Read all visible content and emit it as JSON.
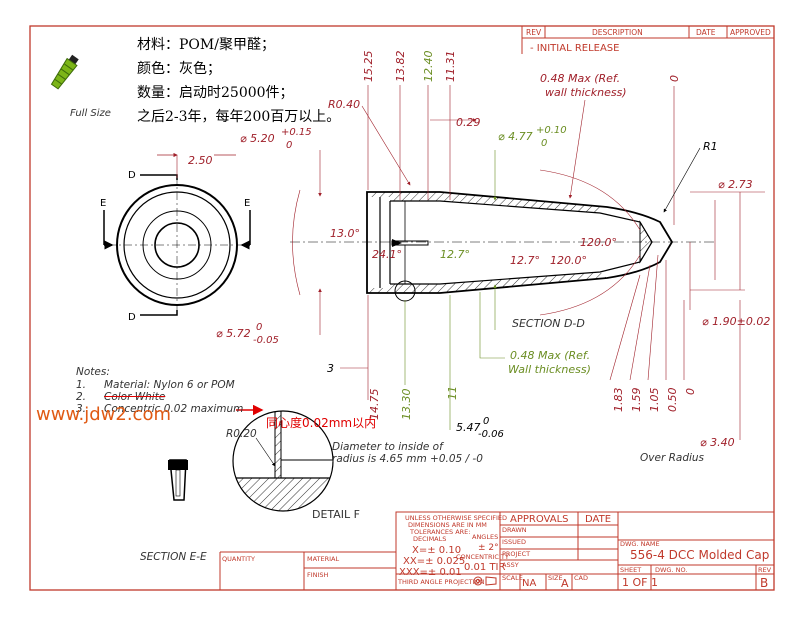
{
  "specs": {
    "line1": "材料：POM/聚甲醛；",
    "line2": "颜色：灰色；",
    "line3": "数量：启动时25000件；",
    "line4": "之后2-3年，每年200百万以上。"
  },
  "full_size_label": "Full Size",
  "revision_block": {
    "headers": [
      "REV",
      "DESCRIPTION",
      "DATE",
      "APPROVED"
    ],
    "entry": "-  INITIAL RELEASE"
  },
  "dimensions": {
    "d_15_25": "15.25",
    "d_13_82": "13.82",
    "d_12_40": "12.40",
    "d_11_31": "11.31",
    "r0_40": "R0.40",
    "d_0_29": "0.29",
    "wall_top_line1": "0.48 Max (Ref.",
    "wall_top_line2": "wall thickness)",
    "d_zero_top": "0",
    "phi_4_77": "⌀ 4.77",
    "phi_4_77_tol_plus": "+0.10",
    "phi_4_77_tol_zero": "0",
    "phi_5_20": "⌀ 5.20",
    "phi_5_20_tol_plus": "+0.15",
    "phi_5_20_tol_zero": "0",
    "d_2_50": "2.50",
    "r1": "R1",
    "phi_2_73": "⌀ 2.73",
    "ang_13": "13.0°",
    "ang_24_1": "24.1°",
    "ang_12_7_a": "12.7°",
    "ang_12_7_b": "12.7°",
    "ang_120_a": "120.0°",
    "ang_120_b": "120.0°",
    "phi_5_72": "⌀ 5.72",
    "phi_5_72_tol_zero": "0",
    "phi_5_72_tol_minus": "-0.05",
    "section_dd": "SECTION D-D",
    "phi_1_90": "⌀ 1.90±0.02",
    "wall_bot_line1": "0.48 Max (Ref.",
    "wall_bot_line2": "Wall thickness)",
    "d_3": "3",
    "d_14_75": "14.75",
    "d_13_30": "13.30",
    "d_11": "11",
    "d_5_47": "5.47",
    "d_5_47_tol_zero": "0",
    "d_5_47_tol_minus": "-0.06",
    "d_1_83": "1.83",
    "d_1_59": "1.59",
    "d_1_05": "1.05",
    "d_0_50": "0.50",
    "d_zero_bot": "0",
    "phi_3_40": "⌀ 3.40",
    "over_radius": "Over Radius",
    "label_d": "D",
    "label_e": "E",
    "r0_20": "R0.20",
    "diam_note_line1": "Diameter to inside of",
    "diam_note_line2": "radius is 4.65 mm +0.05 / -0",
    "detail_f": "DETAIL F",
    "section_ee": "SECTION E-E"
  },
  "notes": {
    "title": "Notes:",
    "n1_num": "1.",
    "n1": "Material: Nylon 6 or POM",
    "n2_num": "2.",
    "n2": "Color White",
    "n3_num": "3.",
    "n3": "Concentric 0.02 maximum"
  },
  "watermark": "www.jdw2.com",
  "red_annotation": "同心度0.02mm以内",
  "title_block": {
    "tol_line1": "UNLESS OTHERWISE SPECIFIED",
    "tol_line2": "DIMENSIONS ARE IN MM",
    "tol_line3": "TOLERANCES ARE:",
    "decimals": "DECIMALS",
    "angles": "ANGLES",
    "x_tol": "X=± 0.10",
    "xx_tol": "XX=± 0.025",
    "xxx_tol": "XXX=± 0.01",
    "angle_tol": "± 2°",
    "concentricity": "CONCENTRICITY",
    "conc_val": "0.01 TIR",
    "approvals": "APPROVALS",
    "date": "DATE",
    "drawn": "DRAWN",
    "issued": "ISSUED",
    "project": "PROJECT",
    "assy": "ASSY",
    "dwg_name_label": "DWG. NAME",
    "dwg_name": "556-4 DCC Molded Cap",
    "quantity": "QUANTITY",
    "material": "MATERIAL",
    "finish": "FINISH",
    "third_angle": "THIRD ANGLE PROJECTION",
    "scale_label": "SCALE",
    "scale": "NA",
    "size_label": "SIZE",
    "size": "A",
    "cad_label": "CAD",
    "sheet_label": "SHEET",
    "sheet": "1 OF 1",
    "dwg_no_label": "DWG. NO.",
    "rev_label": "REV",
    "rev": "B"
  },
  "colors": {
    "frame": "#c0392b",
    "dim_red": "#a0202a",
    "dim_green": "#6b8e23",
    "annotation_red": "#e00000",
    "watermark": "#e05a14"
  }
}
